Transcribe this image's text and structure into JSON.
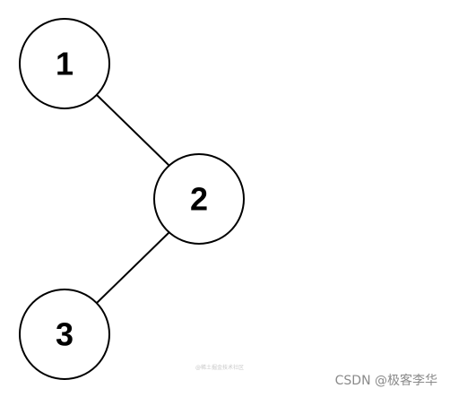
{
  "tree": {
    "nodes": [
      {
        "id": "1",
        "label": "1"
      },
      {
        "id": "2",
        "label": "2"
      },
      {
        "id": "3",
        "label": "3"
      }
    ],
    "edges": [
      {
        "from": "1",
        "to": "2"
      },
      {
        "from": "2",
        "to": "3"
      }
    ]
  },
  "faint_caption": "@稀土掘金技术社区",
  "watermark": "CSDN @极客李华",
  "colors": {
    "stroke": "#000000",
    "fill": "#ffffff",
    "watermark": "#8a8a8a"
  }
}
